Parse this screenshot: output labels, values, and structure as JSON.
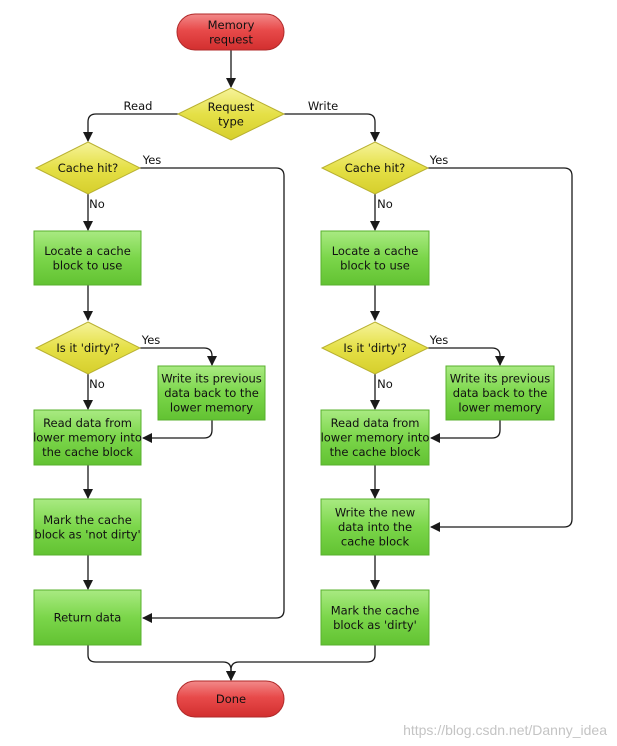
{
  "nodes": {
    "start": "Memory\nrequest",
    "request_type": "Request\ntype",
    "left_cache_hit": "Cache hit?",
    "left_locate": "Locate a cache\nblock to use",
    "left_dirty": "Is it 'dirty'?",
    "left_write_prev": "Write its previous\ndata back to the\nlower memory",
    "left_read": "Read data from\nlower memory into\nthe cache block",
    "left_mark": "Mark the cache\nblock as 'not dirty'",
    "return": "Return data",
    "right_cache_hit": "Cache hit?",
    "right_locate": "Locate a cache\nblock to use",
    "right_dirty": "Is it 'dirty'?",
    "right_write_prev": "Write its previous\ndata back to the\nlower memory",
    "right_read": "Read data from\nlower memory into\nthe cache block",
    "right_write_new": "Write the new\ndata into the\ncache block",
    "right_mark": "Mark the cache\nblock as 'dirty'",
    "done": "Done"
  },
  "edge_labels": {
    "read": "Read",
    "write": "Write",
    "left_hit_yes": "Yes",
    "left_hit_no": "No",
    "left_dirty_yes": "Yes",
    "left_dirty_no": "No",
    "right_hit_yes": "Yes",
    "right_hit_no": "No",
    "right_dirty_yes": "Yes",
    "right_dirty_no": "No"
  },
  "watermark": "https://blog.csdn.net/Danny_idea",
  "colors": {
    "terminal_fill": "#e84a4a",
    "terminal_stroke": "#b02a2a",
    "decision_fill": "#e5e047",
    "decision_stroke": "#b8b030",
    "process_fill": "#7bd64a",
    "process_stroke": "#58b02e"
  }
}
